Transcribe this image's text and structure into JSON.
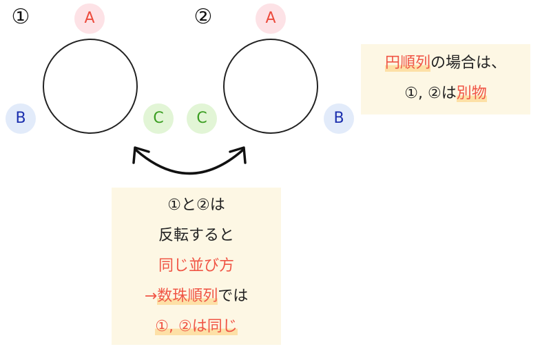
{
  "left": {
    "number": "①",
    "a": "A",
    "b": "B",
    "c": "C"
  },
  "right": {
    "number": "②",
    "a": "A",
    "b": "B",
    "c": "C"
  },
  "note_right": {
    "l1_red": "円順列",
    "l1_rest": "の場合は、",
    "l2_black": "①, ②は",
    "l2_red": "別物"
  },
  "note_bottom": {
    "l1": "①と②は",
    "l2": "反転すると",
    "l3": "同じ並び方",
    "l4_arrow": "→",
    "l4_red": "数珠順列",
    "l4_rest": "では",
    "l5": "①, ②は同じ"
  },
  "colors": {
    "red": "#f05545",
    "a_bg": "#fde2e6",
    "b_bg": "#e2ebfa",
    "c_bg": "#e2f5d6",
    "note_bg": "#fdf7e4",
    "highlight": "#fde0a6"
  }
}
